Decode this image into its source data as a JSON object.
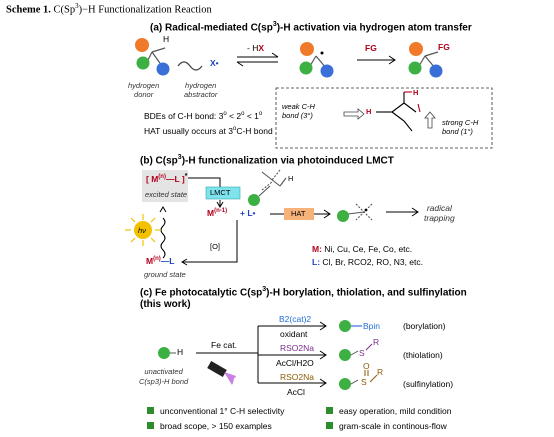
{
  "scheme": {
    "label": "Scheme 1.",
    "text": "C(Sp",
    "sup": "3",
    "rest": ")−H Functionalization Reaction"
  },
  "section_a": {
    "title": "(a) Radical-mediated C(sp",
    "title_sup": "3",
    "title_rest": ")-H activation via hydrogen atom transfer",
    "h_atom": "H",
    "x_label": "X•",
    "minus_hx_prefix": "- H",
    "minus_hx_x": "X",
    "fg_label": "FG",
    "fg_product": "FG",
    "hydrogen_donor": "hydrogen\ndonor",
    "hydrogen_abstractor": "hydrogen\nabstractor",
    "bde_prefix": "BDEs of C-H bond:  3",
    "bde_rest1": " < 2",
    "bde_rest2": " < 1",
    "o": "o",
    "hat_line": "HAT usually occurs at 3",
    "hat_line_rest": "C-H bond",
    "weak_ch": "weak C-H\nbond (3°)",
    "strong_ch": "strong C-H\nbond (1°)",
    "h1": "H",
    "h2": "H"
  },
  "section_b": {
    "title": "(b) C(sp",
    "title_sup": "3",
    "title_rest": ")-H functionalization via photoinduced LMCT",
    "excited_complex": "[ M",
    "excited_n": "(n)",
    "excited_l": "—L ]",
    "excited_star": "*",
    "excited_state": "excited state",
    "lmct": "LMCT",
    "mn1": "M",
    "mn1_sup": "(n-1)",
    "plus_l": "+ L•",
    "hv": "hν",
    "o_label": "[O]",
    "ground_complex": "M",
    "ground_n": "(n)",
    "ground_l": "—L",
    "ground_state": "ground state",
    "h_atom": "H",
    "hat": "HAT",
    "radical_trapping": "radical\ntrapping",
    "metals_key": "M:",
    "metals": " Ni, Cu, Ce, Fe, Co, etc.",
    "ligands_key": "L:",
    "ligands": " Cl, Br, RCO2, RO, N3, etc."
  },
  "section_c": {
    "title_line1": "(c) Fe photocatalytic C(sp",
    "title_sup": "3",
    "title_rest": ")-H borylation, thiolation, and sulfinylation",
    "title_line2": "(this work)",
    "start_h": "H",
    "unactivated": "unactivated\nC(sp3)-H bond",
    "fe_cat": "Fe cat.",
    "hv": "hν",
    "r1_top": "B2(cat)2",
    "r1_bottom": "oxidant",
    "r1_product": "Bpin",
    "r1_label": "(borylation)",
    "r2_top": "RSO2Na",
    "r2_bottom": "AcCl/H2O",
    "r2_s": "S",
    "r2_r": "R",
    "r2_label": "(thiolation)",
    "r3_top": "RSO2Na",
    "r3_bottom": "AcCl",
    "r3_s": "S",
    "r3_o": "O",
    "r3_r": "R",
    "r3_label": "(sulfinylation)"
  },
  "features": [
    "unconventional 1° C-H selectivity",
    "easy operation, mild condition",
    "broad scope, > 150 examples",
    "gram-scale in continous-flow"
  ],
  "colors": {
    "accent_red": "#b3001b",
    "green": "#3cb043",
    "orange": "#f07a2a",
    "blue": "#3a6fd8",
    "lmct_box": "#7fe3ee",
    "hat_box": "#f7b27a",
    "sun": "#f2c200",
    "bullet": "#2e8b2e"
  }
}
